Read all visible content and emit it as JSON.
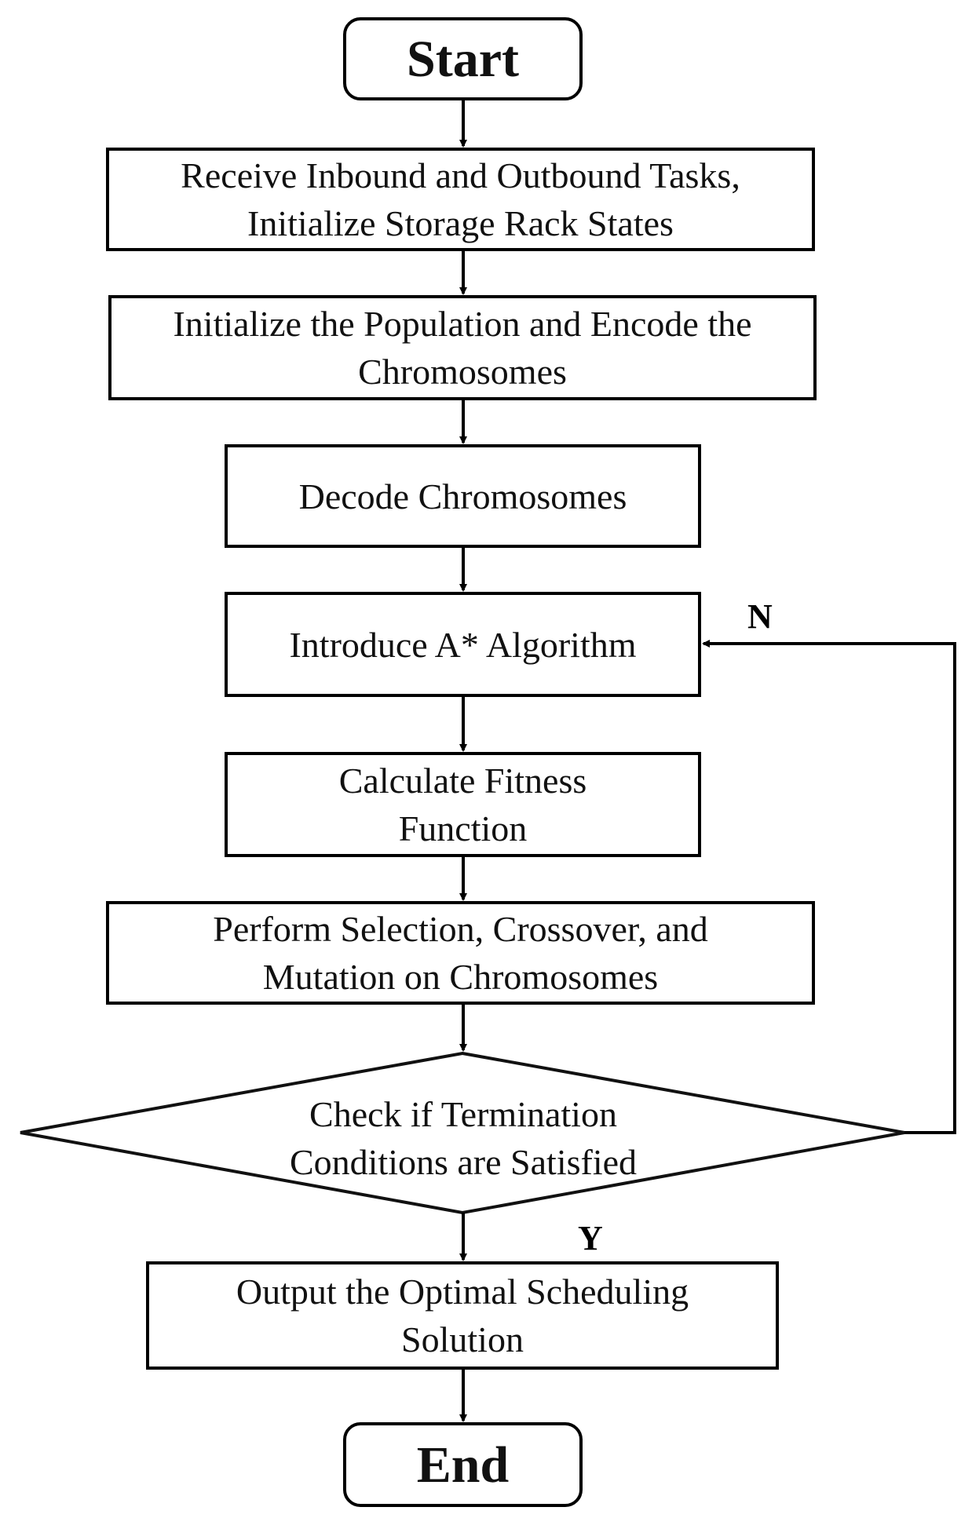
{
  "flowchart": {
    "start": "Start",
    "step1": "Receive Inbound and Outbound Tasks,\nInitialize Storage Rack States",
    "step2": "Initialize the Population and Encode the\nChromosomes",
    "step3": "Decode Chromosomes",
    "step4": "Introduce A* Algorithm",
    "step5": "Calculate Fitness\nFunction",
    "step6": "Perform Selection, Crossover, and\nMutation on Chromosomes",
    "decision": "Check if Termination\nConditions are Satisfied",
    "step7": "Output the Optimal Scheduling\nSolution",
    "end": "End",
    "label_no": "N",
    "label_yes": "Y"
  }
}
